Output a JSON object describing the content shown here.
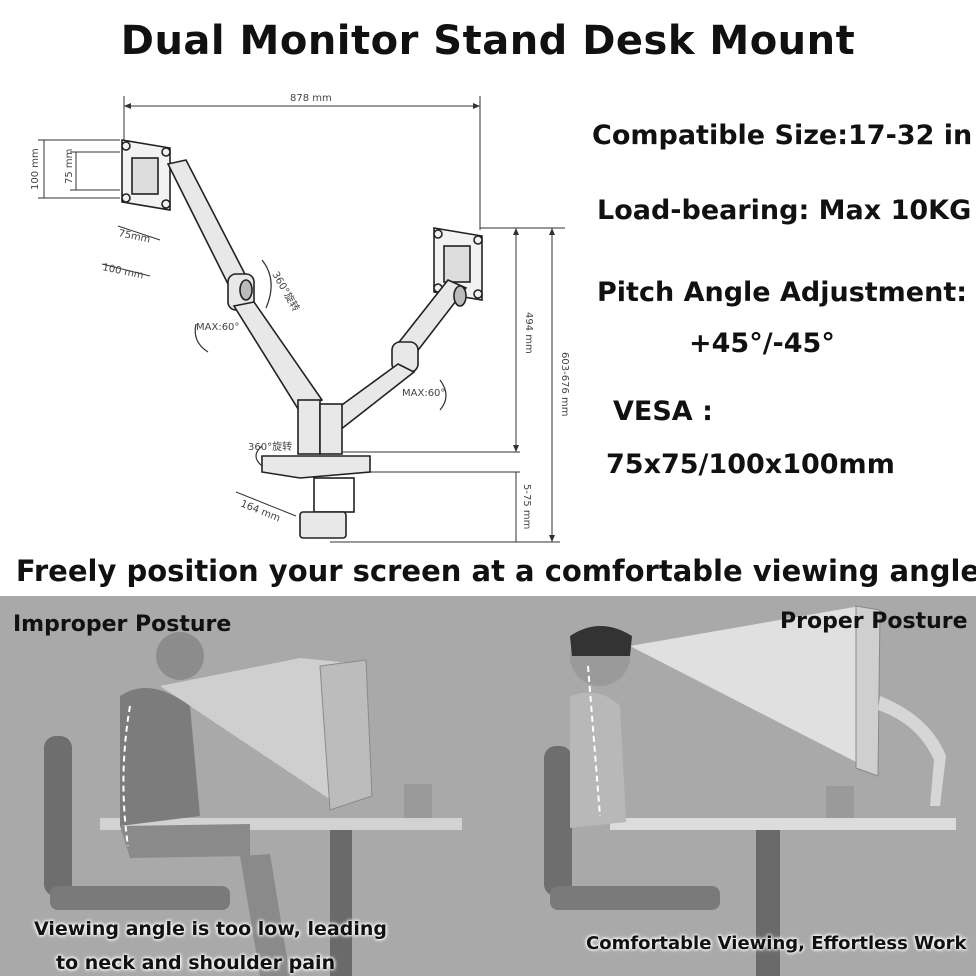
{
  "title": "Dual Monitor Stand Desk Mount",
  "specs": {
    "compatible_size": "Compatible Size:17-32 in",
    "load_bearing": "Load-bearing: Max 10KG",
    "pitch_label": "Pitch Angle Adjustment:",
    "pitch_value": "+45°/-45°",
    "vesa_label": "VESA :",
    "vesa_value": "75x75/100x100mm"
  },
  "dimensions": {
    "width": "878 mm",
    "vesa_100": "100 mm",
    "vesa_75": "75 mm",
    "vesa_75b": "75mm",
    "vesa_100b": "100 mm",
    "height_494": "494 mm",
    "height_range": "603-676 mm",
    "clamp_range": "5-75 mm",
    "base_depth": "164 mm",
    "rotate_top": "360°旋转",
    "rotate_base": "360°旋转",
    "max_left": "MAX:60°",
    "max_right": "MAX:60°"
  },
  "headline": "Freely position your screen at a comfortable viewing angle",
  "postures": {
    "improper_label": "Improper Posture",
    "proper_label": "Proper Posture",
    "improper_caption_1": "Viewing angle is too low, leading",
    "improper_caption_2": "to neck and shoulder pain",
    "proper_caption": "Comfortable Viewing, Effortless Work"
  }
}
